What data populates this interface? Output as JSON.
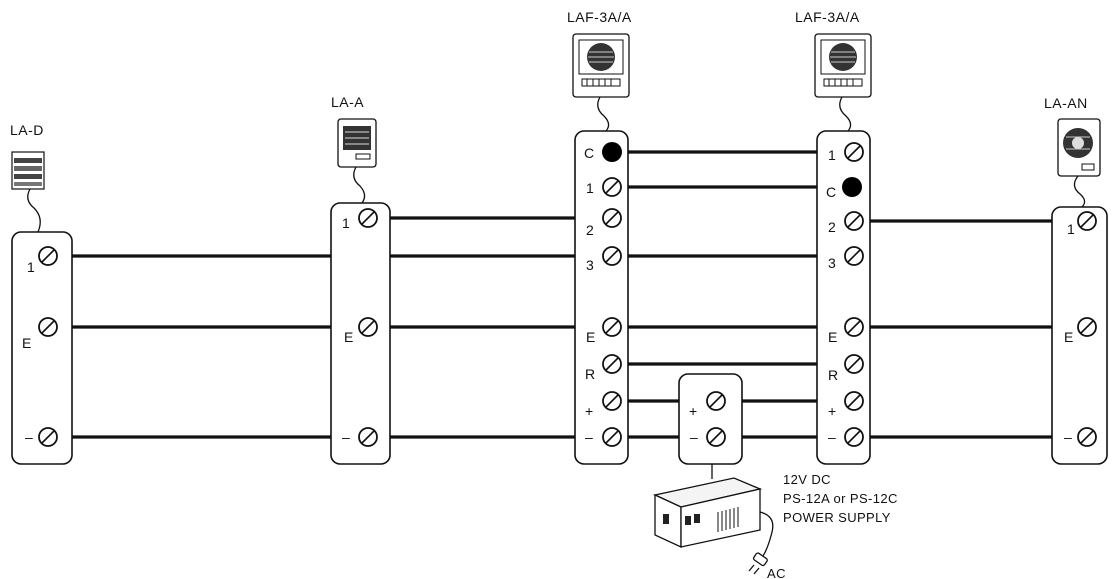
{
  "devices": {
    "la_d": {
      "title": "LA-D",
      "terminals": [
        "1",
        "E",
        "–"
      ]
    },
    "la_a": {
      "title": "LA-A",
      "terminals": [
        "1",
        "E",
        "–"
      ]
    },
    "laf1": {
      "title": "LAF-3A/A",
      "terminals": [
        "C",
        "1",
        "2",
        "3",
        "E",
        "R",
        "+",
        "–"
      ]
    },
    "laf2": {
      "title": "LAF-3A/A",
      "terminals": [
        "1",
        "C",
        "2",
        "3",
        "E",
        "R",
        "+",
        "–"
      ]
    },
    "la_an": {
      "title": "LA-AN",
      "terminals": [
        "1",
        "E",
        "–"
      ]
    }
  },
  "power_supply": {
    "terminals": [
      "+",
      "–"
    ],
    "line1": "12V DC",
    "line2": "PS-12A or PS-12C",
    "line3": "POWER SUPPLY",
    "ac_label": "AC"
  }
}
